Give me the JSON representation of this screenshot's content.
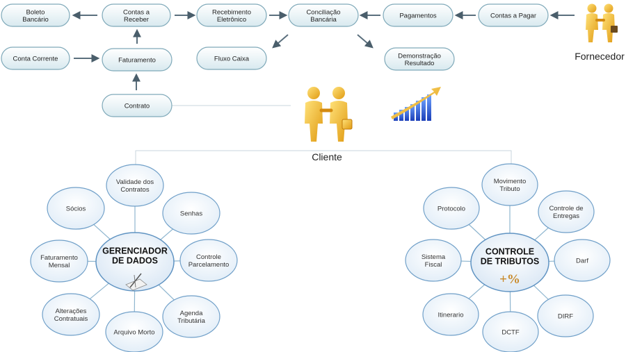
{
  "flow_nodes": [
    {
      "id": "boleto",
      "lines": [
        "Boleto",
        "Bancário"
      ]
    },
    {
      "id": "contas-receber",
      "lines": [
        "Contas a",
        "Receber"
      ]
    },
    {
      "id": "recebimento",
      "lines": [
        "Recebimento",
        "Eletrônico"
      ]
    },
    {
      "id": "conciliacao",
      "lines": [
        "Conciliação",
        "Bancária"
      ]
    },
    {
      "id": "pagamentos",
      "lines": [
        "Pagamentos"
      ]
    },
    {
      "id": "contas-pagar",
      "lines": [
        "Contas a Pagar"
      ]
    },
    {
      "id": "conta-corrente",
      "lines": [
        "Conta Corrente"
      ]
    },
    {
      "id": "faturamento",
      "lines": [
        "Faturamento"
      ]
    },
    {
      "id": "fluxo-caixa",
      "lines": [
        "Fluxo Caixa"
      ]
    },
    {
      "id": "demonstracao",
      "lines": [
        "Demonstração",
        "Resultado"
      ]
    },
    {
      "id": "contrato",
      "lines": [
        "Contrato"
      ]
    }
  ],
  "labels": {
    "fornecedor": "Fornecedor",
    "cliente": "Cliente"
  },
  "gerenciador": {
    "title_lines": [
      "GERENCIADOR",
      "DE DADOS"
    ],
    "items": [
      {
        "id": "validade",
        "lines": [
          "Validade dos",
          "Contratos"
        ]
      },
      {
        "id": "senhas",
        "lines": [
          "Senhas"
        ]
      },
      {
        "id": "controle-parcelamento",
        "lines": [
          "Controle",
          "Parcelamento"
        ]
      },
      {
        "id": "agenda",
        "lines": [
          "Agenda",
          "Tributária"
        ]
      },
      {
        "id": "arquivo-morto",
        "lines": [
          "Arquivo Morto"
        ]
      },
      {
        "id": "alteracoes",
        "lines": [
          "Alterações",
          "Contratuais"
        ]
      },
      {
        "id": "faturamento-mensal",
        "lines": [
          "Faturamento",
          "Mensal"
        ]
      },
      {
        "id": "socios",
        "lines": [
          "Sócios"
        ]
      }
    ]
  },
  "tributos": {
    "title_lines": [
      "CONTROLE",
      "DE TRIBUTOS"
    ],
    "symbol": "+%",
    "items": [
      {
        "id": "movimento",
        "lines": [
          "Movimento",
          "Tributo"
        ]
      },
      {
        "id": "controle-entregas",
        "lines": [
          "Controle de",
          "Entregas"
        ]
      },
      {
        "id": "darf",
        "lines": [
          "Darf"
        ]
      },
      {
        "id": "dirf",
        "lines": [
          "DIRF"
        ]
      },
      {
        "id": "dctf",
        "lines": [
          "DCTF"
        ]
      },
      {
        "id": "itinerario",
        "lines": [
          "Itinerario"
        ]
      },
      {
        "id": "sistema-fiscal",
        "lines": [
          "Sistema",
          "Fiscal"
        ]
      },
      {
        "id": "protocolo",
        "lines": [
          "Protocolo"
        ]
      }
    ]
  }
}
